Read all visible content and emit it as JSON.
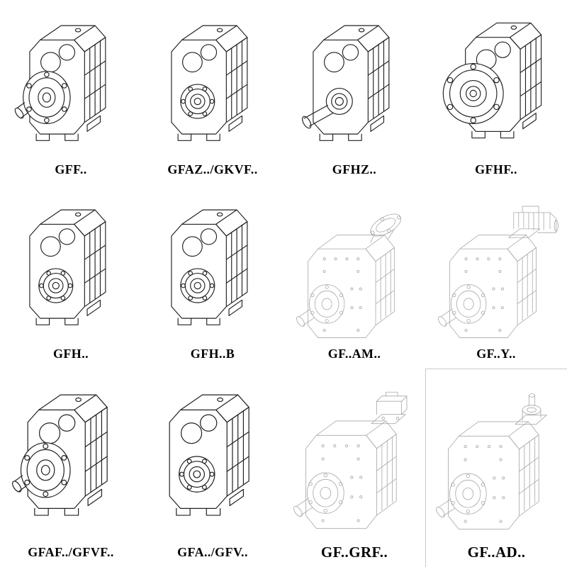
{
  "page": {
    "background": "#ffffff",
    "description": "Catalog sheet of parallel shaft helical gear unit model variants, isometric technical line drawings in a 4x3 grid with bold model labels"
  },
  "colors": {
    "solid_line": "#222222",
    "light_line": "#a8a8a8",
    "label_text": "#000000",
    "cell_border": "#c9c9c9"
  },
  "catalog": {
    "columns": 4,
    "rows": 3,
    "items": [
      {
        "label": "GFF..",
        "icon": "gearbox-output-flange-icon",
        "style": "solid"
      },
      {
        "label": "GFAZ../GKVF..",
        "icon": "gearbox-hollow-shaft-icon",
        "style": "solid"
      },
      {
        "label": "GFHZ..",
        "icon": "gearbox-solid-shaft-icon",
        "style": "solid"
      },
      {
        "label": "GFHF..",
        "icon": "gearbox-face-flange-icon",
        "style": "solid"
      },
      {
        "label": "GFH..",
        "icon": "gearbox-hollow-shaft-icon",
        "style": "solid"
      },
      {
        "label": "GFH..B",
        "icon": "gearbox-foot-mounted-icon",
        "style": "solid"
      },
      {
        "label": "GF..AM..",
        "icon": "gearbox-motor-flange-adapter-icon",
        "style": "light"
      },
      {
        "label": "GF..Y..",
        "icon": "gearbox-with-motor-icon",
        "style": "light"
      },
      {
        "label": "GFAF../GFVF..",
        "icon": "gearbox-output-flange-icon",
        "style": "solid"
      },
      {
        "label": "GFA../GFV..",
        "icon": "gearbox-hollow-shaft-icon",
        "style": "solid"
      },
      {
        "label": "GF..GRF..",
        "icon": "gearbox-square-input-adapter-icon",
        "style": "light",
        "large": true
      },
      {
        "label": "GF..AD..",
        "icon": "gearbox-input-shaft-adapter-icon",
        "style": "light",
        "large": true,
        "boxed": true
      }
    ]
  }
}
